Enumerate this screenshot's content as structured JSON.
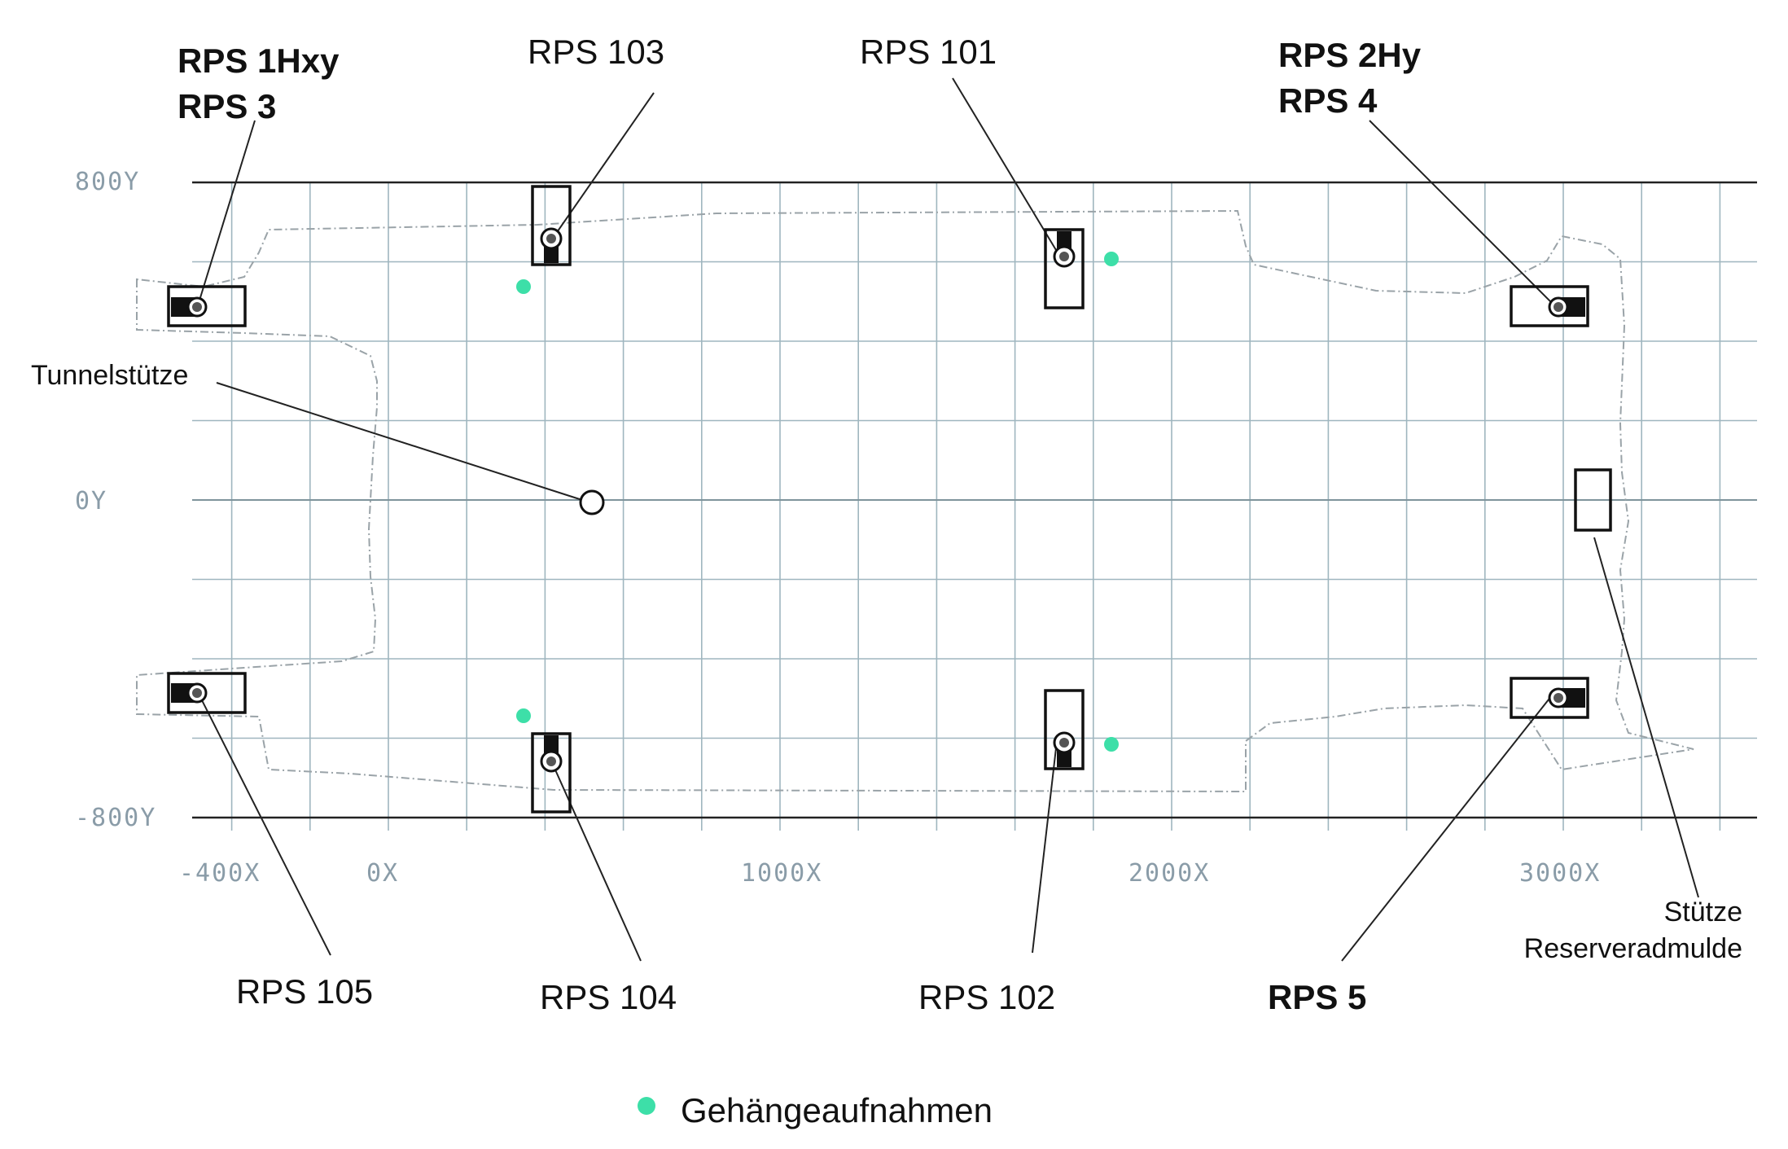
{
  "axis_labels": {
    "y_top": "800Y",
    "y_mid": "0Y",
    "y_bottom": "-800Y",
    "x_m400": "-400X",
    "x_0": "0X",
    "x_1000": "1000X",
    "x_2000": "2000X",
    "x_3000": "3000X"
  },
  "labels": {
    "rps_1hxy": "RPS 1Hxy",
    "rps_3": "RPS 3",
    "rps_103": "RPS 103",
    "rps_101": "RPS 101",
    "rps_2hy": "RPS 2Hy",
    "rps_4": "RPS 4",
    "tunnelstuetze": "Tunnelstütze",
    "rps_105": "RPS 105",
    "rps_104": "RPS 104",
    "rps_102": "RPS 102",
    "rps_5": "RPS 5",
    "stuetze": "Stütze",
    "reserveradmulde": "Reserveradmulde"
  },
  "legend": {
    "gehaenge": "Gehängeaufnahmen"
  },
  "colors": {
    "hanger_dot": "#3ddfa8",
    "grid": "#9fb6bf",
    "axis_text": "#8a9ca8"
  }
}
